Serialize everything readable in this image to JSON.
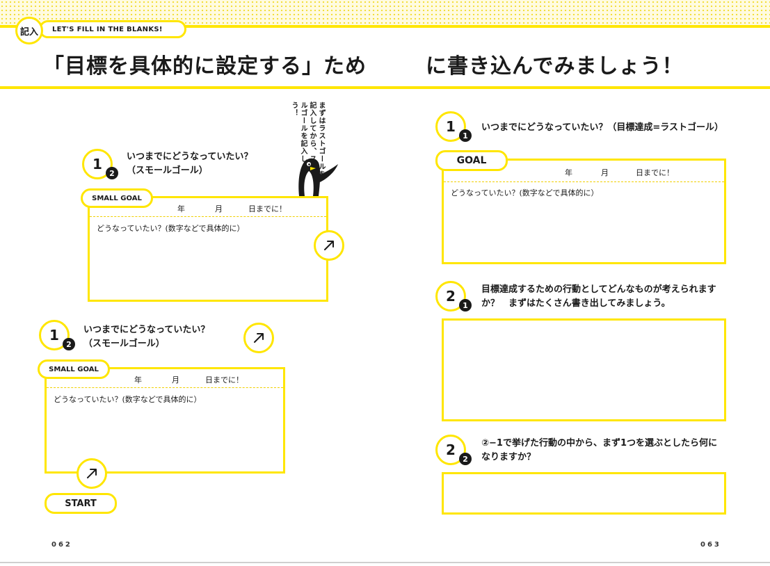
{
  "header": {
    "badge": "記入",
    "label": "LET'S FILL IN THE BLANKS!",
    "title_left": "「目標を具体的に設定する」ため",
    "title_right": "に書き込んでみましょう！"
  },
  "note": "まずはラストゴールを記入してから、スモールゴールを記入しよう！",
  "left": {
    "upper": {
      "num": "1",
      "sub": "2",
      "line1": "いつまでにどうなっていたい？",
      "line2": "（スモールゴール）",
      "tag": "SMALL GOAL",
      "year": "年",
      "month": "月",
      "day": "日までに！",
      "desc": "どうなっていたい？(数字などで具体的に）"
    },
    "lower": {
      "num": "1",
      "sub": "2",
      "line1": "いつまでにどうなっていたい？",
      "line2": "（スモールゴール）",
      "tag": "SMALL GOAL",
      "year": "年",
      "month": "月",
      "day": "日までに！",
      "desc": "どうなっていたい？(数字などで具体的に）"
    },
    "start": "START",
    "page_number": "062"
  },
  "right": {
    "goal": {
      "num": "1",
      "sub": "1",
      "text": "いつまでにどうなっていたい？（目標達成=ラストゴール）",
      "tag": "GOAL",
      "year": "年",
      "month": "月",
      "day": "日までに！",
      "desc": "どうなっていたい？(数字などで具体的に）"
    },
    "q1": {
      "num": "2",
      "sub": "1",
      "line1": "目標達成するための行動としてどんなものが考えられます",
      "line2": "か？　まずはたくさん書き出してみましょう。"
    },
    "q2": {
      "num": "2",
      "sub": "2",
      "line1": "②−1で挙げた行動の中から、まず1つを選ぶとしたら何に",
      "line2": "なりますか？"
    },
    "page_number": "063"
  },
  "icons": {
    "arrow": "arrow-up-right-icon",
    "mascot": "penguin-icon"
  },
  "colors": {
    "accent": "#ffe600",
    "ink": "#1a1a1a"
  }
}
